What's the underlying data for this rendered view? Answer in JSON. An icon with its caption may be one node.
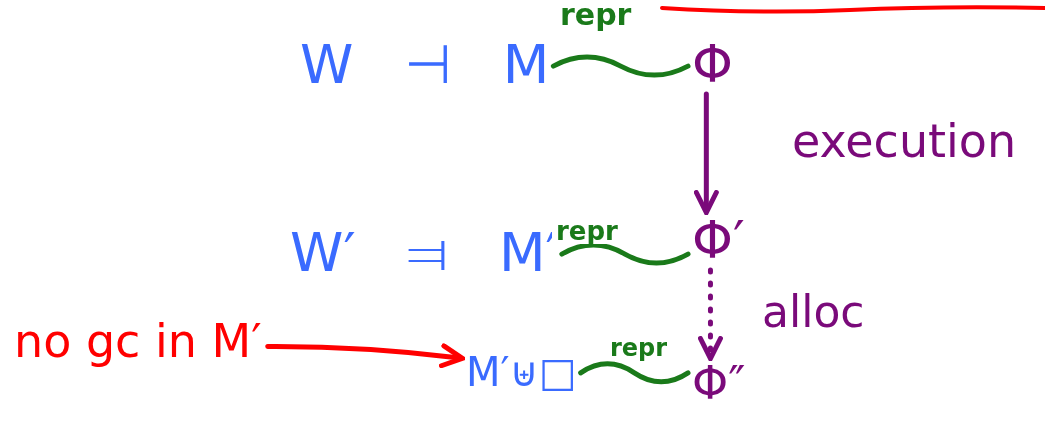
{
  "diagram": {
    "nodes": [
      {
        "text": [
          "W ⊣ M"
        ]
      },
      {
        "text": [
          "Φ"
        ]
      },
      {
        "text": [
          "W′ ⫤ M′"
        ]
      },
      {
        "text": [
          "Φ′"
        ]
      },
      {
        "text": [
          "M′⊎□"
        ]
      },
      {
        "text": [
          "Φ″"
        ]
      },
      {
        "text": [
          "no gc in M′"
        ]
      }
    ],
    "edges": [
      {
        "from": 0,
        "to": 1,
        "arrow": "none",
        "label": "repr",
        "color": "#1a7a1a"
      },
      {
        "from": 1,
        "to": 3,
        "arrow": "to",
        "label": "execution",
        "color": "#7a0a7a"
      },
      {
        "from": 2,
        "to": 3,
        "arrow": "none",
        "label": "repr",
        "color": "#1a7a1a"
      },
      {
        "from": 3,
        "to": 5,
        "arrow": "to",
        "label": "alloc",
        "style": "dashed",
        "color": "#7a0a7a"
      },
      {
        "from": 4,
        "to": 5,
        "arrow": "none",
        "label": "repr",
        "color": "#1a7a1a"
      },
      {
        "from": 6,
        "to": 4,
        "arrow": "to",
        "color": "#ff0000"
      }
    ]
  }
}
